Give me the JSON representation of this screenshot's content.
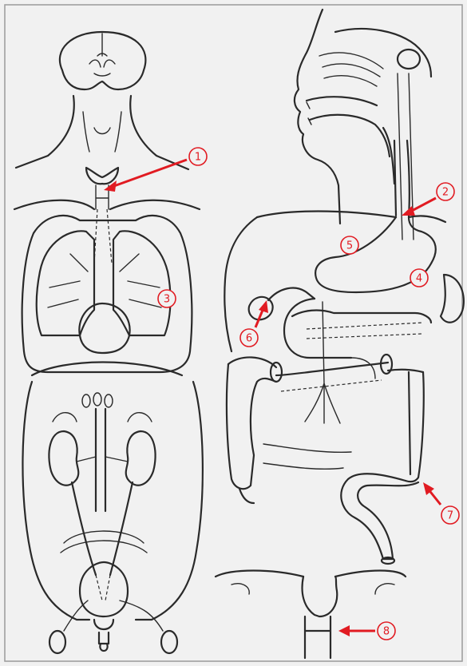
{
  "colors": {
    "background": "#f1f1f1",
    "line": "#2a2a2a",
    "callout": "#e11b22"
  },
  "callouts": [
    {
      "id": "1",
      "label": "1"
    },
    {
      "id": "2",
      "label": "2"
    },
    {
      "id": "3",
      "label": "3"
    },
    {
      "id": "4",
      "label": "4"
    },
    {
      "id": "5",
      "label": "5"
    },
    {
      "id": "6",
      "label": "6"
    },
    {
      "id": "7",
      "label": "7"
    },
    {
      "id": "8",
      "label": "8"
    }
  ]
}
